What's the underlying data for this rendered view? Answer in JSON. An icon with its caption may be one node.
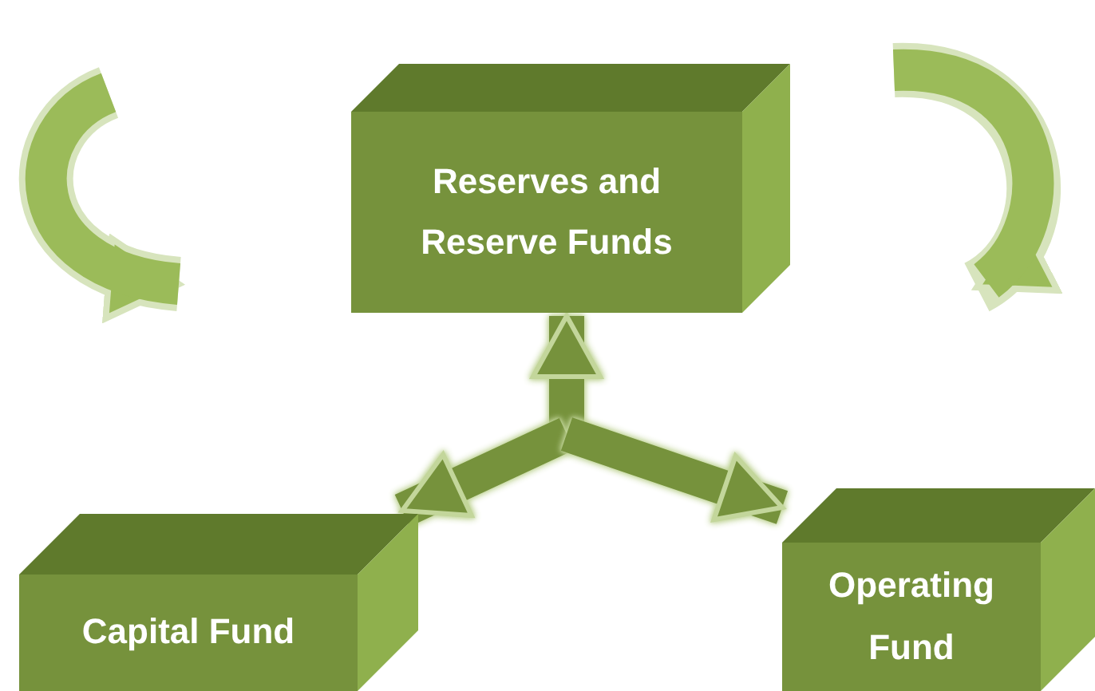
{
  "diagram": {
    "nodes": [
      {
        "text": [
          "Reserves and Reserve Funds"
        ]
      },
      {
        "text": [
          "Capital Fund"
        ]
      },
      {
        "text": [
          "Operating Fund"
        ]
      }
    ],
    "edges": [
      {
        "from": null,
        "to": 0,
        "arrow": "to"
      },
      {
        "from": null,
        "to": 1,
        "arrow": "to"
      },
      {
        "from": null,
        "to": 2,
        "arrow": "to"
      }
    ]
  }
}
